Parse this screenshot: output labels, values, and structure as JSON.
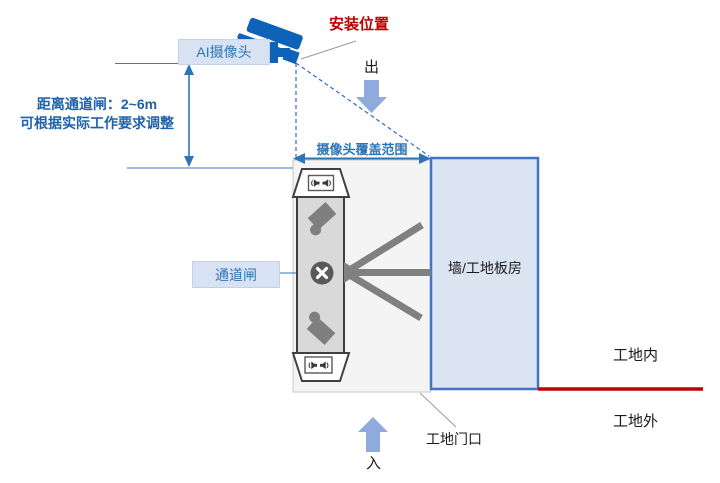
{
  "diagram": {
    "labels": {
      "install_position": "安装位置",
      "ai_camera": "AI摄像头",
      "exit": "出",
      "enter": "入",
      "distance_line1": "距离通道闸：2~6m",
      "distance_line2": "可根据实际工作要求调整",
      "coverage": "摄像头覆盖范围",
      "gate": "通道闸",
      "wall": "墙/工地板房",
      "site_inside": "工地内",
      "site_outside": "工地外",
      "gate_entrance": "工地门口"
    },
    "icons": {
      "camera": "cctv-camera-icon",
      "speaker": "speaker-icon",
      "lock": "crossed-circle-lock-icon",
      "gate_camera": "gate-camera-icon",
      "arms": "turnstile-arms-icon",
      "flow_arrows": "block-arrow-icon"
    },
    "colors": {
      "accent_blue": "#2e75b6",
      "camera_blue": "#0e63b8",
      "label_fill": "#d9e2f3",
      "block_arrow_blue": "#8faadc",
      "wall_fill": "#dbe5f1",
      "wall_border": "#4472c4",
      "boundary_red": "#c00000",
      "machine_gray": "#7f7f7f",
      "zone_gray": "#f4f4f4",
      "dashed_fov_blue": "#4472c4"
    }
  }
}
